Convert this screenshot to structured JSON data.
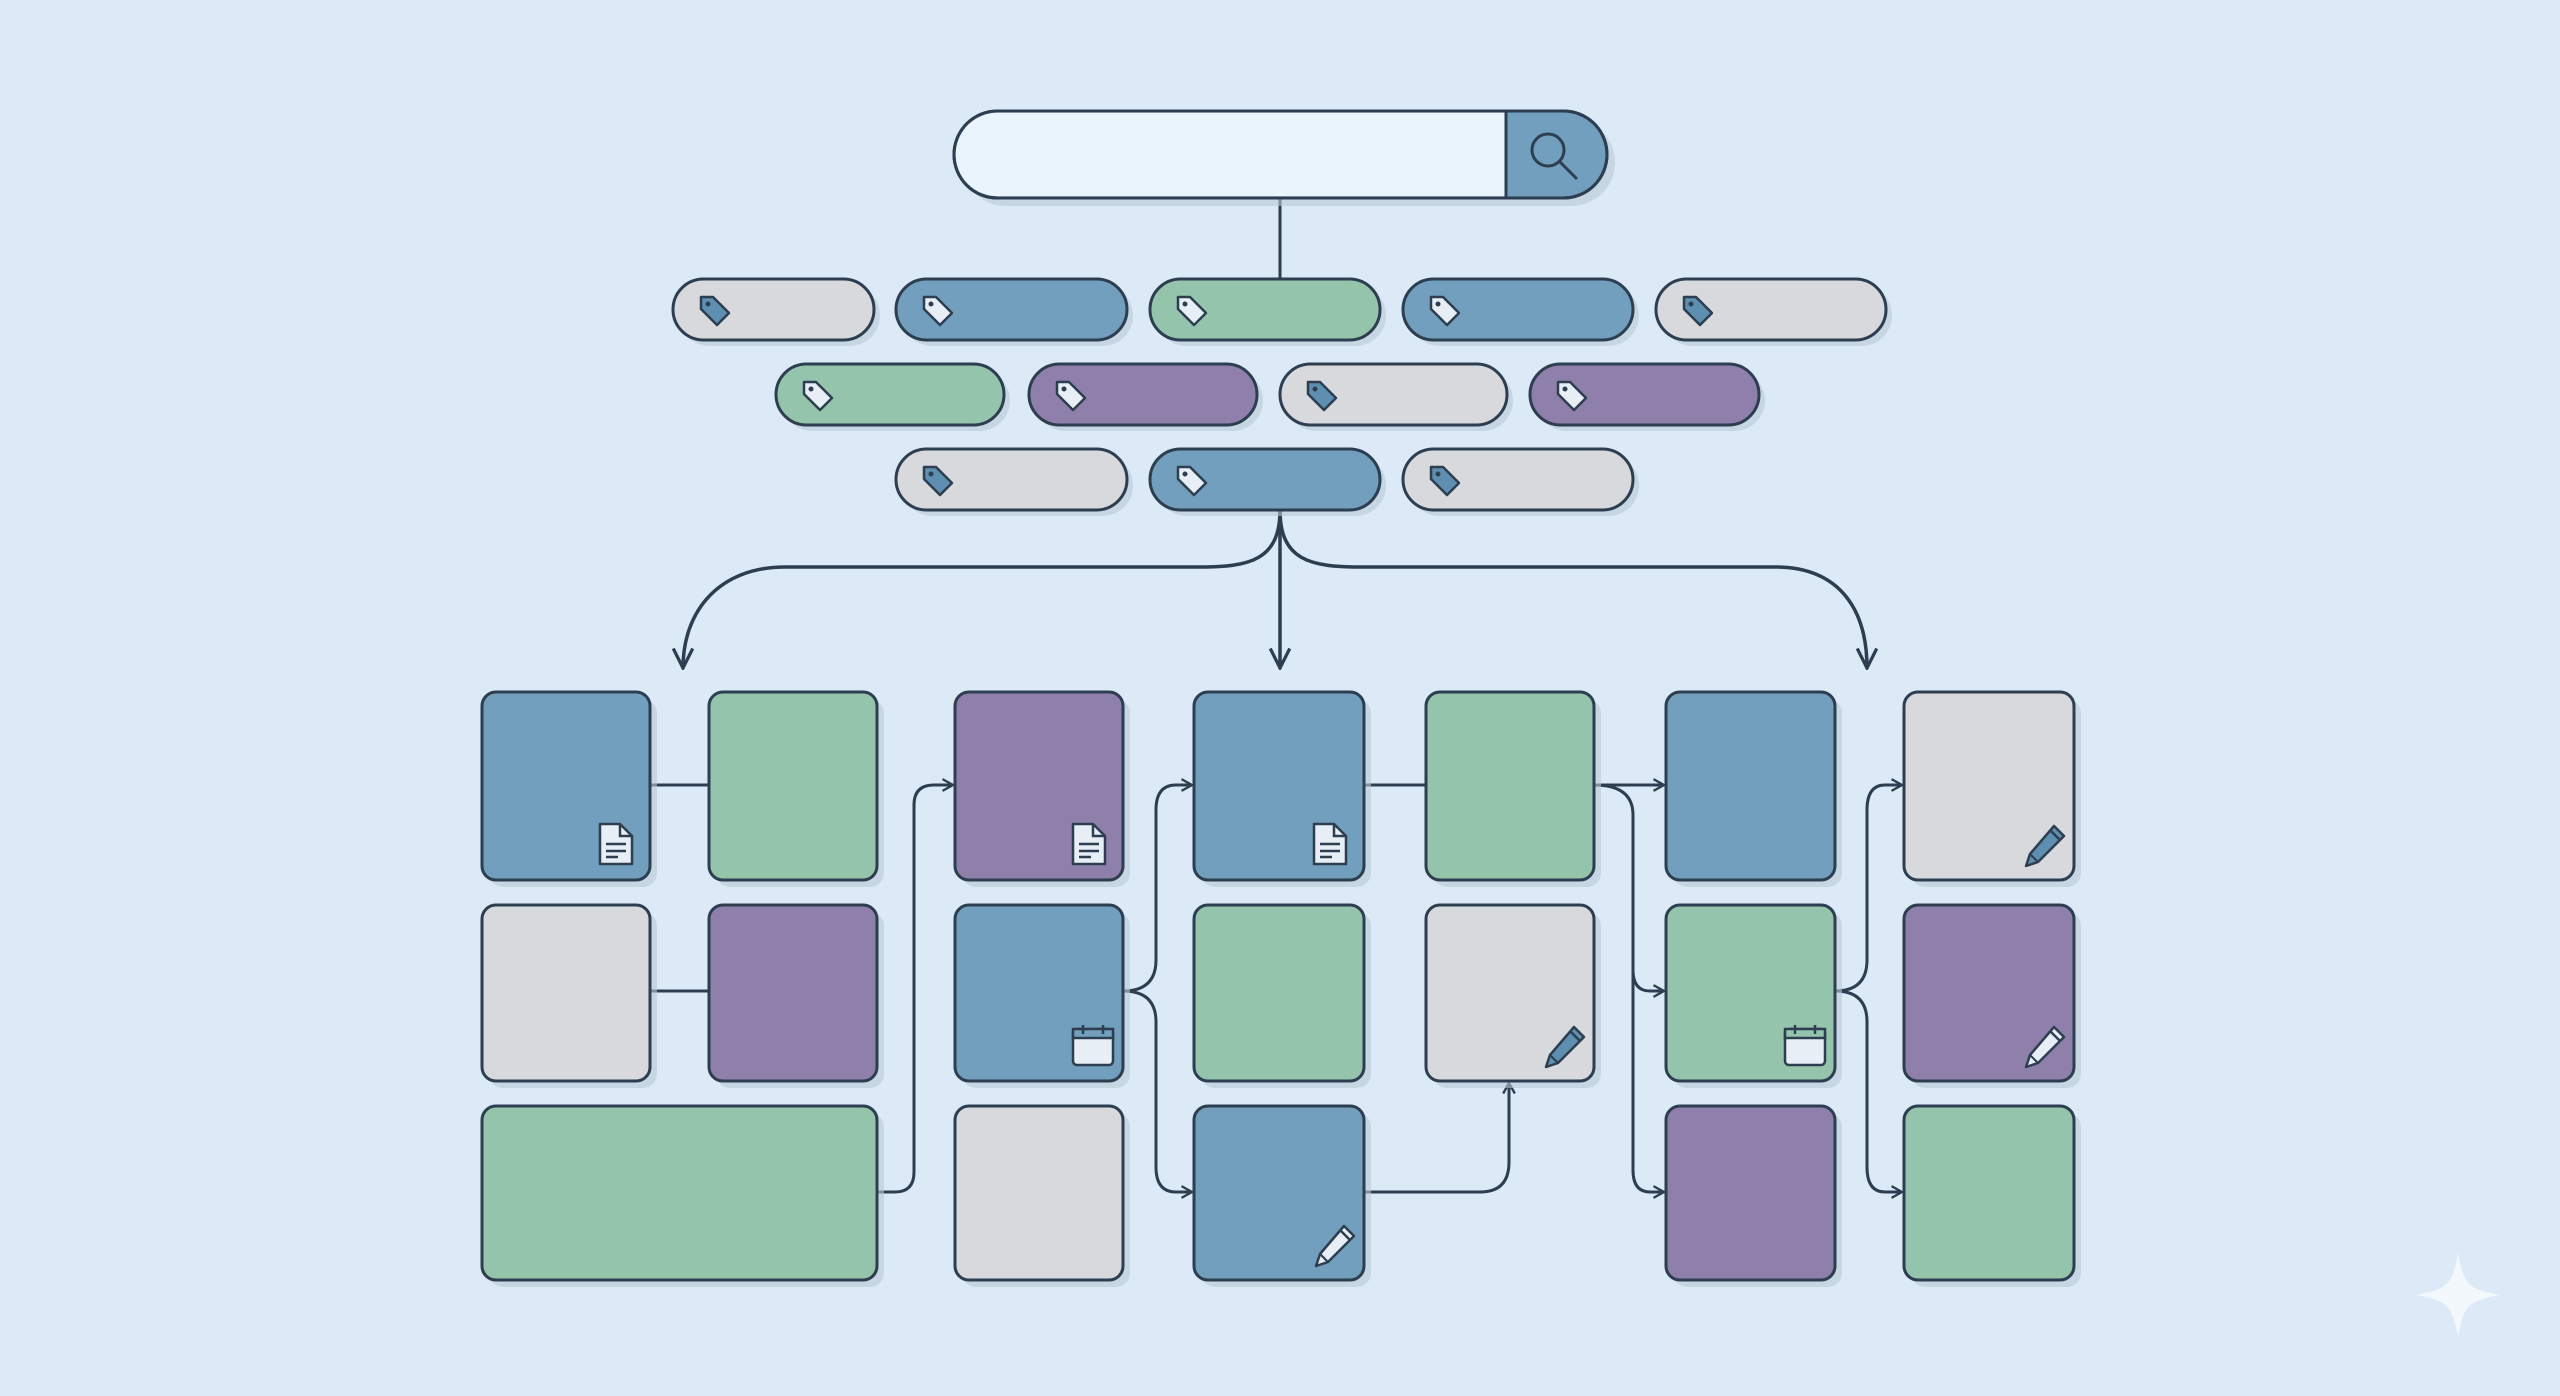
{
  "colors": {
    "background": "#dceaf8",
    "outline": "#2c3e50",
    "search_field": "#eaf4fd",
    "blue": "#719fbd",
    "green": "#95c4ad",
    "purple": "#8f80ab",
    "gray": "#d8d9dd",
    "icon_light": "#e8eef5",
    "icon_blue": "#5f8fb0"
  },
  "search": {
    "icon": "search-icon"
  },
  "tags": [
    [
      "gray",
      "blue",
      "green",
      "blue",
      "gray"
    ],
    [
      "green",
      "purple",
      "gray",
      "purple"
    ],
    [
      "gray",
      "blue",
      "gray"
    ]
  ],
  "cards": [
    {
      "col": 1,
      "row": 1,
      "color": "blue",
      "icon": "document-icon"
    },
    {
      "col": 2,
      "row": 1,
      "color": "green",
      "icon": ""
    },
    {
      "col": 1,
      "row": 2,
      "color": "gray",
      "icon": ""
    },
    {
      "col": 2,
      "row": 2,
      "color": "purple",
      "icon": ""
    },
    {
      "col": "1-2",
      "row": 3,
      "color": "green",
      "icon": ""
    },
    {
      "col": 3,
      "row": 1,
      "color": "purple",
      "icon": "document-icon"
    },
    {
      "col": 3,
      "row": 2,
      "color": "blue",
      "icon": "calendar-icon"
    },
    {
      "col": 3,
      "row": 3,
      "color": "gray",
      "icon": ""
    },
    {
      "col": 4,
      "row": 1,
      "color": "blue",
      "icon": "document-icon"
    },
    {
      "col": 4,
      "row": 2,
      "color": "green",
      "icon": ""
    },
    {
      "col": 4,
      "row": 3,
      "color": "blue",
      "icon": "pencil-icon"
    },
    {
      "col": 5,
      "row": 1,
      "color": "green",
      "icon": ""
    },
    {
      "col": 5,
      "row": 2,
      "color": "gray",
      "icon": "pencil-icon"
    },
    {
      "col": 6,
      "row": 1,
      "color": "blue",
      "icon": ""
    },
    {
      "col": 6,
      "row": 2,
      "color": "green",
      "icon": "calendar-icon"
    },
    {
      "col": 6,
      "row": 3,
      "color": "purple",
      "icon": ""
    },
    {
      "col": 7,
      "row": 1,
      "color": "gray",
      "icon": "pencil-icon"
    },
    {
      "col": 7,
      "row": 2,
      "color": "purple",
      "icon": "pencil-icon"
    },
    {
      "col": 7,
      "row": 3,
      "color": "green",
      "icon": ""
    }
  ]
}
